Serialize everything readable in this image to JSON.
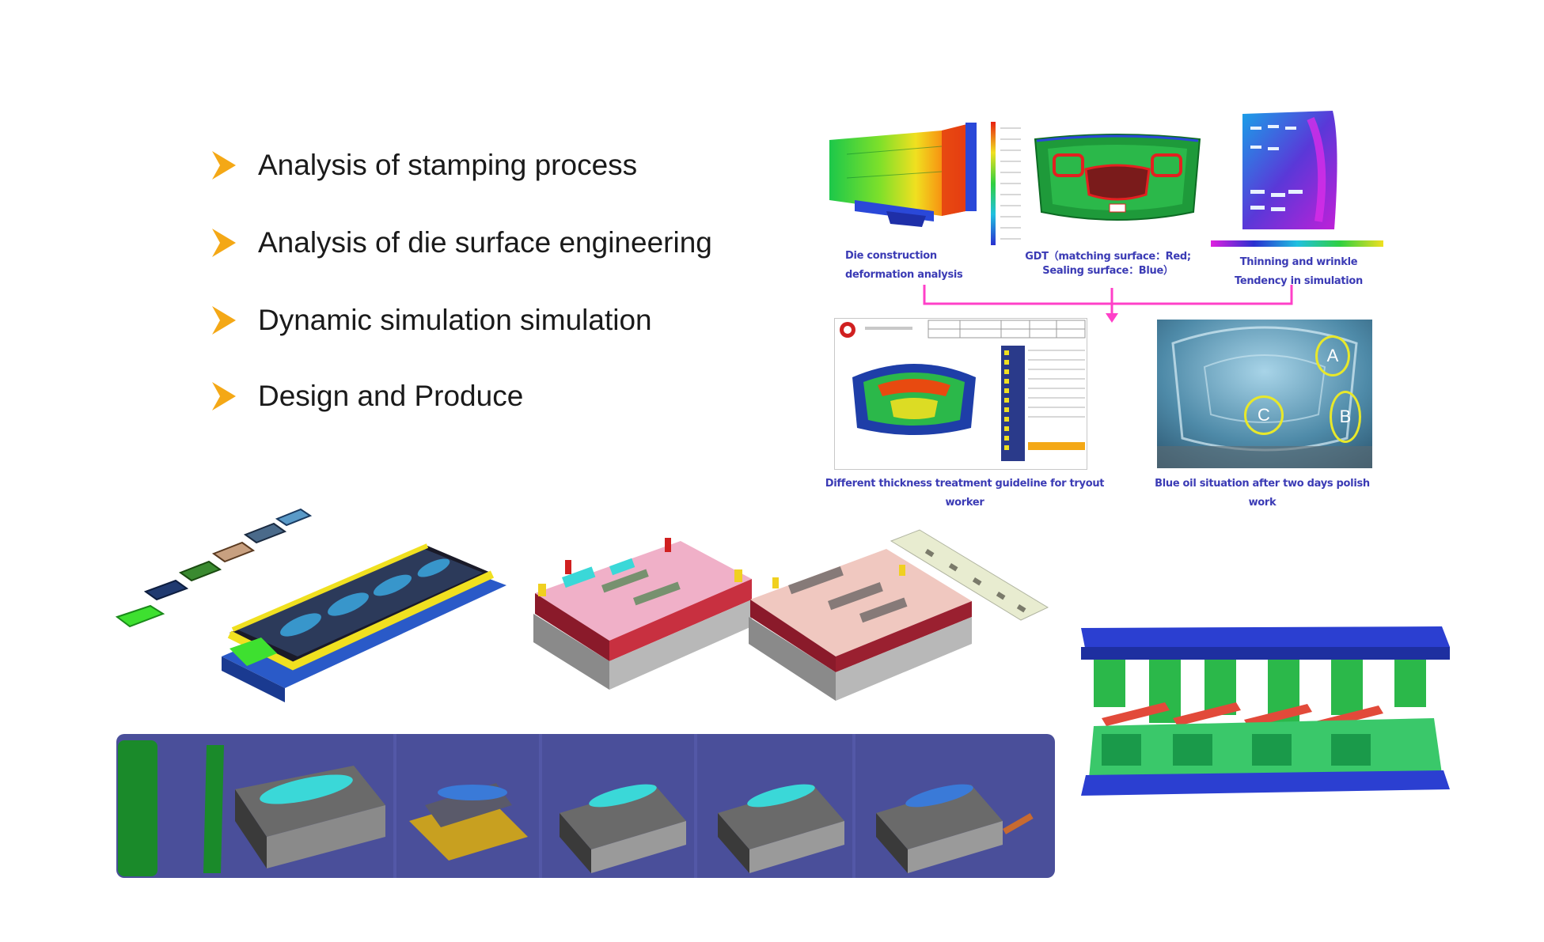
{
  "bullets": [
    "Analysis of stamping process",
    "Analysis of die surface engineering",
    "Dynamic simulation simulation",
    "Design and Produce"
  ],
  "captions": {
    "die_deformation_line1": "Die construction",
    "die_deformation_line2": "deformation analysis",
    "gdt_line1": "GDT（matching surface：Red;",
    "gdt_line2": "Sealing surface：Blue）",
    "thinning_line1": "Thinning and wrinkle",
    "thinning_line2": "Tendency in simulation",
    "thickness_guideline": "Different thickness treatment guideline for tryout worker",
    "blue_oil": "Blue oil situation after two days polish work"
  },
  "markers": [
    "A",
    "B",
    "C"
  ],
  "colors": {
    "bullet": "#f4a816",
    "caption": "#3b3bb5",
    "connector": "#ff40c8",
    "marker": "#e8e82a",
    "die_blue": "#2b3fd1",
    "cad_background": "#4a4f9a"
  }
}
